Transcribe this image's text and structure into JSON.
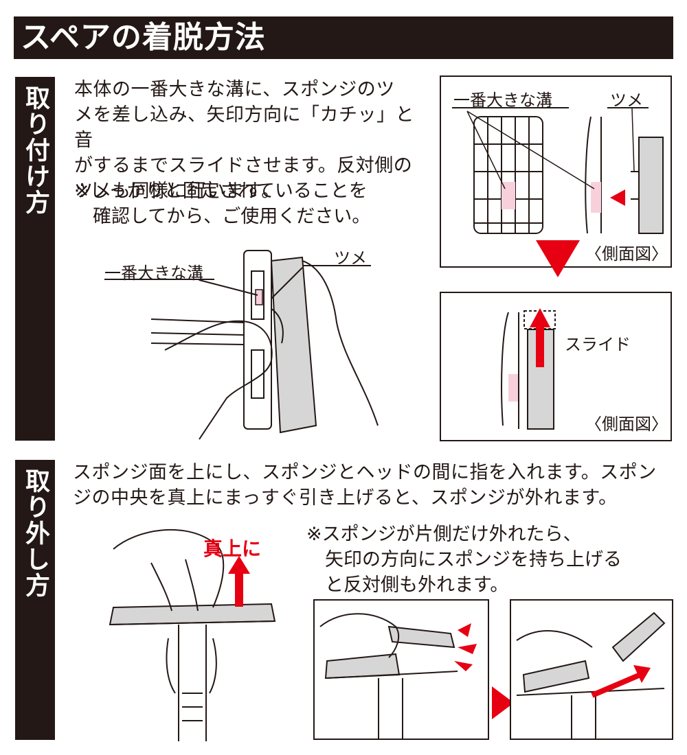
{
  "title": "スペアの着脱方法",
  "attach": {
    "side_label": "取り付け方",
    "instructions": [
      "本体の一番大きな溝に、スポンジのツ",
      "メを差し込み、矢印方向に「カチッ」と音",
      "がするまでスライドさせます。反対側の",
      "ツメも同様に行います。"
    ],
    "note": [
      "※しっかりと固定されていることを",
      "　確認してから、ご使用ください。"
    ],
    "illustration_labels": {
      "groove": "一番大きな溝",
      "tab": "ツメ"
    },
    "side_panel_top": {
      "groove": "一番大きな溝",
      "tab": "ツメ",
      "caption": "〈側面図〉"
    },
    "side_panel_bottom": {
      "slide": "スライド",
      "caption": "〈側面図〉"
    }
  },
  "detach": {
    "side_label": "取り外し方",
    "instructions": [
      "スポンジ面を上にし、スポンジとヘッドの間に指を入れます。スポン",
      "ジの中央を真上にまっすぐ引き上げると、スポンジが外れます。"
    ],
    "arrow_label": "真上に",
    "note": [
      "※スポンジが片側だけ外れたら、",
      "　矢印の方向にスポンジを持ち上げる",
      "　と反対側も外れます。"
    ]
  },
  "colors": {
    "dark": "#231815",
    "accent_red": "#e60012",
    "pink": "#f8d0dc",
    "gray": "#d6d6d6"
  }
}
